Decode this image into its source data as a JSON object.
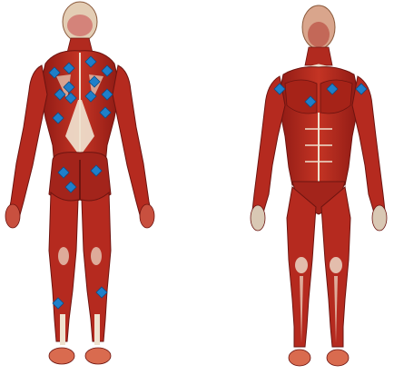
{
  "palette": {
    "muscle": "#b52a1f",
    "muscle_dark": "#7e1712",
    "muscle_light": "#d8574a",
    "tendon": "#efe2cf",
    "skin_head": "#e7d6c3",
    "marker": "#1f7fc9",
    "marker_stroke": "#0d4d86",
    "background": "#ffffff"
  },
  "figures": [
    {
      "view": "posterior",
      "marker_count": 17
    },
    {
      "view": "anterior",
      "marker_count": 4
    }
  ],
  "markers": [
    {
      "figure": "posterior",
      "region": "left-trapezius-upper"
    },
    {
      "figure": "posterior",
      "region": "right-trapezius-upper"
    },
    {
      "figure": "posterior",
      "region": "left-supraspinatus"
    },
    {
      "figure": "posterior",
      "region": "right-supraspinatus"
    },
    {
      "figure": "posterior",
      "region": "left-scapula-upper"
    },
    {
      "figure": "posterior",
      "region": "right-scapula-upper"
    },
    {
      "figure": "posterior",
      "region": "left-infraspinatus"
    },
    {
      "figure": "posterior",
      "region": "right-infraspinatus"
    },
    {
      "figure": "posterior",
      "region": "left-rhomboid"
    },
    {
      "figure": "posterior",
      "region": "right-rhomboid"
    },
    {
      "figure": "posterior",
      "region": "left-teres"
    },
    {
      "figure": "posterior",
      "region": "right-teres"
    },
    {
      "figure": "posterior",
      "region": "left-gluteal"
    },
    {
      "figure": "posterior",
      "region": "right-gluteal"
    },
    {
      "figure": "posterior",
      "region": "gluteal-center"
    },
    {
      "figure": "posterior",
      "region": "left-calf"
    },
    {
      "figure": "posterior",
      "region": "right-calf"
    },
    {
      "figure": "anterior",
      "region": "right-pectoral"
    },
    {
      "figure": "anterior",
      "region": "left-pectoral"
    },
    {
      "figure": "anterior",
      "region": "sternum"
    },
    {
      "figure": "anterior",
      "region": "left-deltoid"
    }
  ]
}
